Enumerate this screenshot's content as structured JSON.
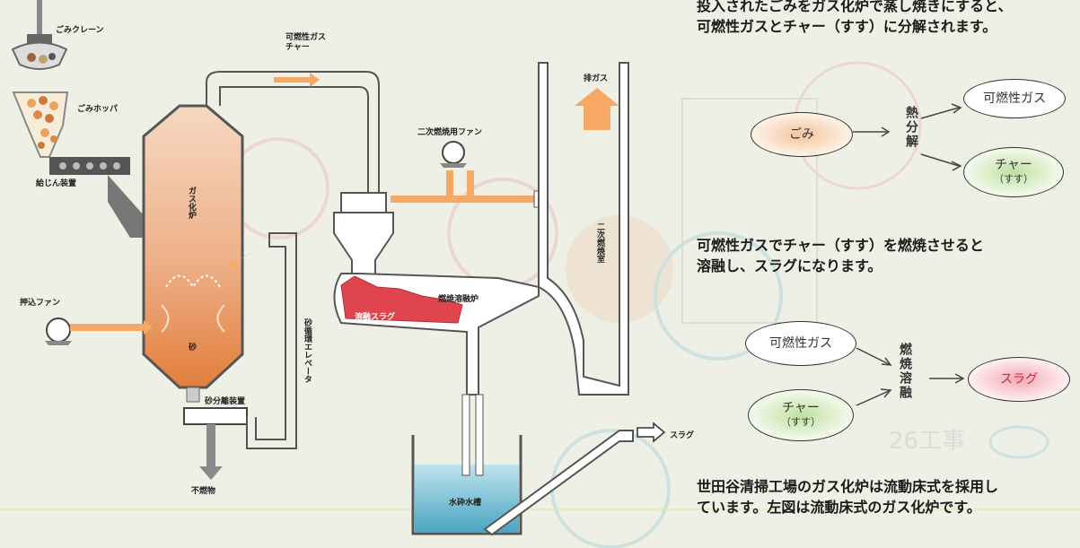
{
  "diagram": {
    "header_fragment": "",
    "labels": {
      "crane": "ごみクレーン",
      "hopper": "ごみホッパ",
      "dust_remover": "給じん装置",
      "push_fan": "押込ファン",
      "gasifier": "ガス化炉",
      "sand": "砂",
      "sand_separator": "砂分離装置",
      "noncombustible": "不燃物",
      "sand_elevator": "砂循環エレベータ",
      "flammable_gas_char": "可燃性ガス\nチャー",
      "secondary_air_fan": "二次燃焼用ファン",
      "melting_furnace": "燃焼溶融炉",
      "molten_slag": "溶融スラグ",
      "secondary_combustion": "二次燃焼室",
      "exhaust_gas": "排ガス",
      "water_tank": "水砕水槽",
      "slag_out": "スラグ"
    }
  },
  "explain": {
    "para1_line1": "投入されたごみをガス化炉で蒸し焼きにすると、",
    "para1_line2": "可燃性ガスとチャー（すす）に分解されます。",
    "flow1": {
      "input": "ごみ",
      "process": "熱分解",
      "out1": "可燃性ガス",
      "out2_main": "チャー",
      "out2_sub": "（すす）"
    },
    "para2_line1": "可燃性ガスでチャー（すす）を燃焼させると",
    "para2_line2": "溶融し、スラグになります。",
    "flow2": {
      "in1": "可燃性ガス",
      "in2_main": "チャー",
      "in2_sub": "（すす）",
      "process": "燃焼溶融",
      "out": "スラグ"
    },
    "para3_line1": "世田谷清掃工場のガス化炉は流動床式を採用し",
    "para3_line2": "ています。左図は流動床式のガス化炉です。"
  },
  "colors": {
    "gasifier_top": "#f3c9a8",
    "gasifier_bottom": "#e58a4a",
    "slag_red": "#e0454d",
    "arrow_orange": "#f5a964",
    "water": "#6fb9cf"
  }
}
